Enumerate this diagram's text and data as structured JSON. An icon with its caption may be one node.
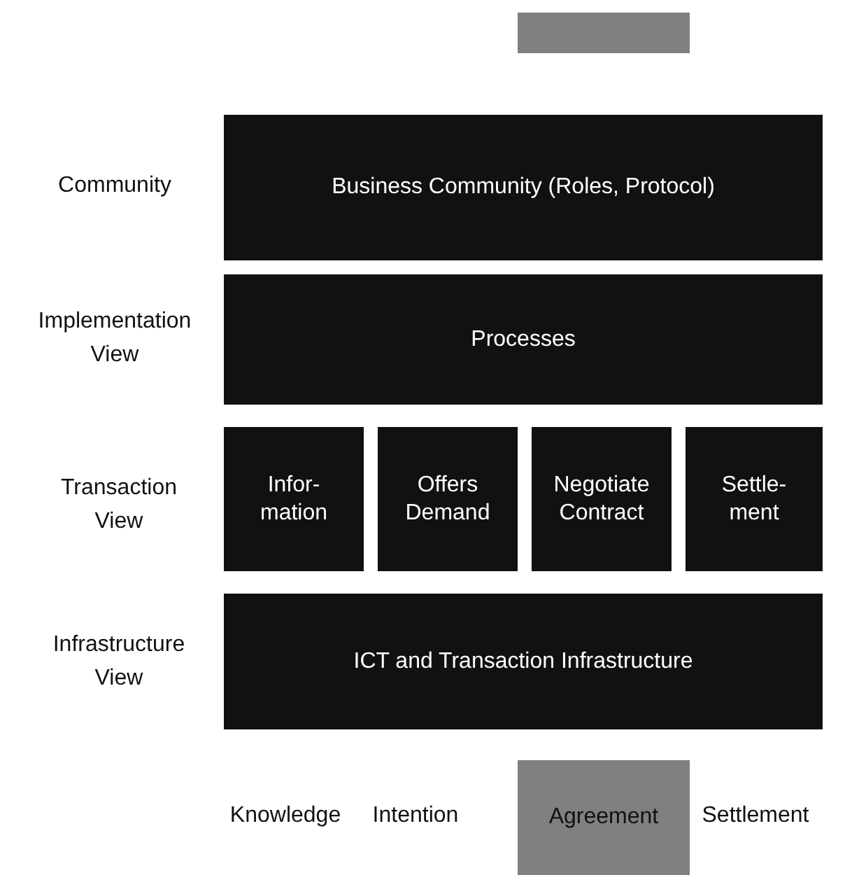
{
  "diagram": {
    "nodes": [
      {
        "text": [],
        "shape": "box"
      },
      {
        "text": [
          "Business Community (Roles, Protocol)"
        ]
      },
      {
        "text": [
          "Processes"
        ]
      },
      {
        "text": [
          "Infor- mation"
        ]
      },
      {
        "text": [
          "Offers Demand"
        ]
      },
      {
        "text": [
          "Negotiate Contract"
        ]
      },
      {
        "text": [
          "Settle- ment"
        ]
      },
      {
        "text": [
          "ICT and Transaction Infrastructure"
        ]
      },
      {
        "text": [
          "Agreement"
        ]
      }
    ],
    "edges": [],
    "labels": [
      "Community",
      "Implementation View",
      "Transaction View",
      "Infrastructure View",
      "Knowledge",
      "Intention",
      "Settlement"
    ]
  }
}
